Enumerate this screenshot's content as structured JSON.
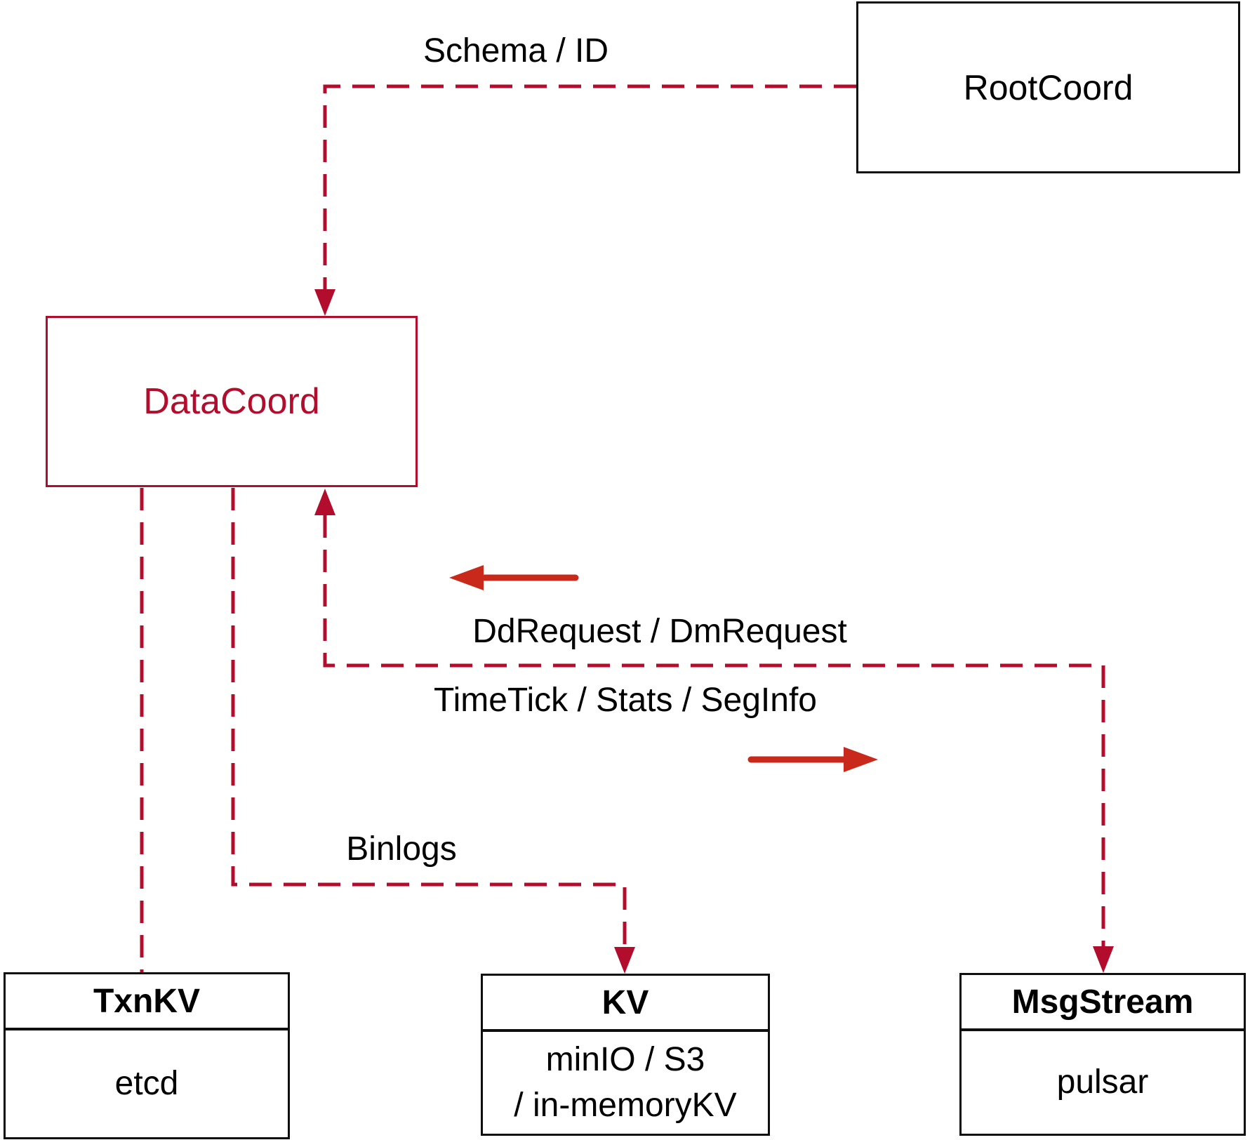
{
  "colors": {
    "dashed_red": "#b20d2d",
    "solid_arrow_red": "#c9291a",
    "box_border_black": "#0f0f0f",
    "text_black": "#000000",
    "background": "#ffffff"
  },
  "nodes": {
    "rootcoord": {
      "label": "RootCoord"
    },
    "datacoord": {
      "label": "DataCoord"
    },
    "txnkv": {
      "title": "TxnKV",
      "subtitle": "etcd"
    },
    "kv": {
      "title": "KV",
      "subtitle_line1": "minIO / S3",
      "subtitle_line2": "/ in-memoryKV"
    },
    "msgstream": {
      "title": "MsgStream",
      "subtitle": "pulsar"
    }
  },
  "edge_labels": {
    "schema_id": "Schema / ID",
    "dd_request": "DdRequest / DmRequest",
    "time_tick": "TimeTick / Stats / SegInfo",
    "binlogs": "Binlogs"
  },
  "icons": {
    "left_flow_arrow": "left-arrow",
    "right_flow_arrow": "right-arrow"
  }
}
